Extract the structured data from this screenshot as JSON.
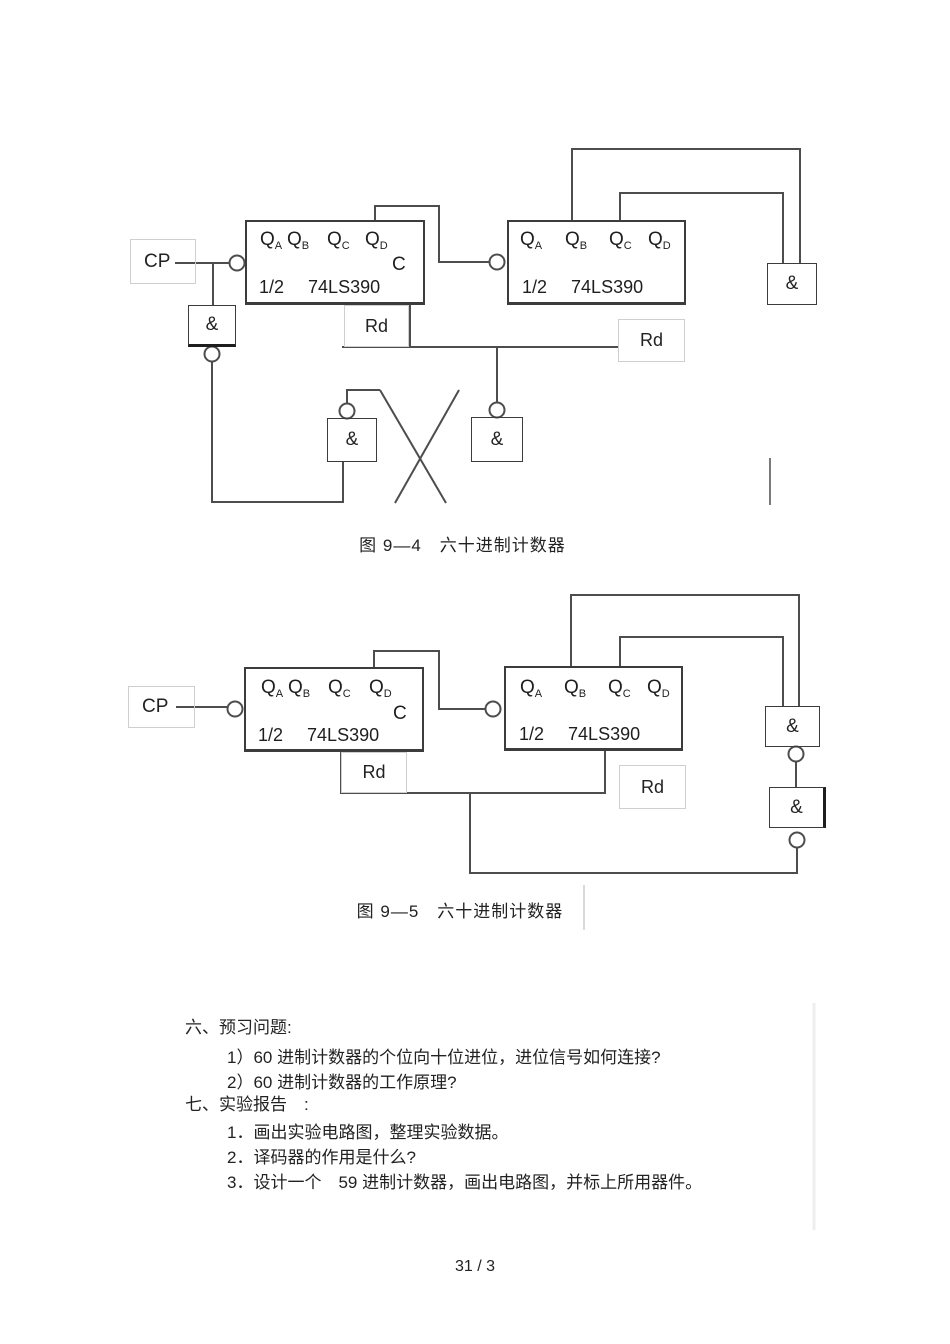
{
  "labels": {
    "cp": "CP",
    "q": "Q",
    "sub_a": "A",
    "sub_b": "B",
    "sub_c": "C",
    "sub_d": "D",
    "carry": "C",
    "half": "1/2",
    "chip": "74LS390",
    "rd": "Rd",
    "and": "&"
  },
  "figure1": {
    "caption": "图 9—4　六十进制计数器"
  },
  "figure2": {
    "caption": "图 9—5　六十进制计数器"
  },
  "sections": {
    "s6_title": "六、预习问题:",
    "s6_items": [
      "1）60 进制计数器的个位向十位进位，进位信号如何连接?",
      "2）60 进制计数器的工作原理?"
    ],
    "s7_title": "七、实验报告　:",
    "s7_items": [
      "1．画出实验电路图，整理实验数据。",
      "2．译码器的作用是什么?",
      "3．设计一个　59 进制计数器，画出电路图，并标上所用器件。"
    ]
  },
  "page": {
    "number": "31 / 3"
  }
}
